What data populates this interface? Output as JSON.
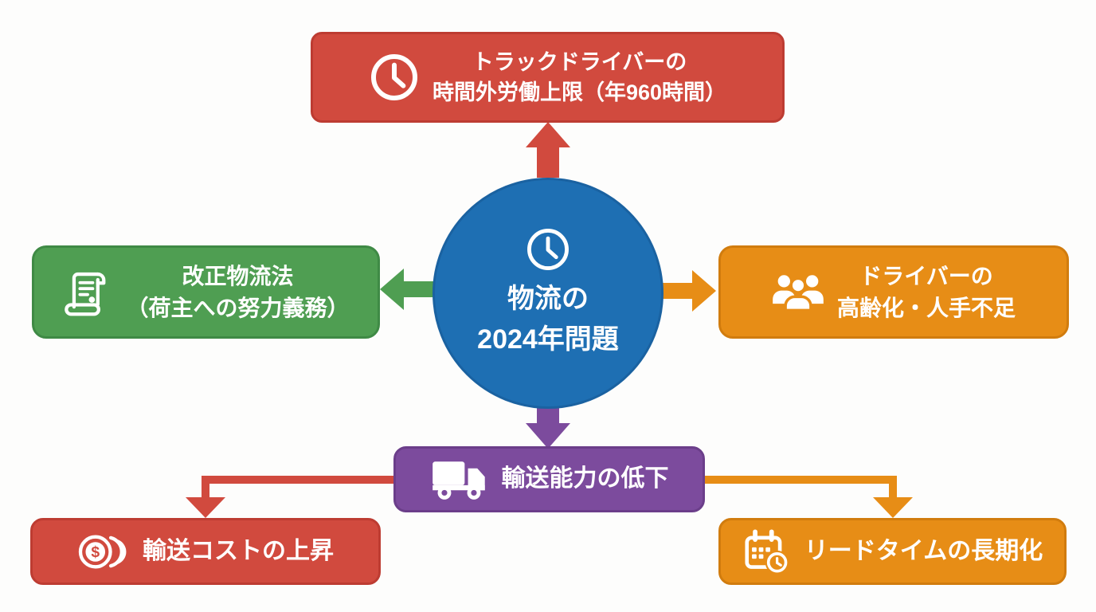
{
  "diagram": {
    "title": "物流の2024年問題"
  },
  "center": {
    "line1": "物流の",
    "line2": "2024年問題",
    "icon": "clock-icon",
    "color": "#1e6fb3"
  },
  "nodes": {
    "top": {
      "line1": "トラックドライバーの",
      "line2": "時間外労働上限（年960時間）",
      "icon": "clock-icon",
      "color": "#d14a3e"
    },
    "left": {
      "line1": "改正物流法",
      "line2": "（荷主への努力義務）",
      "icon": "scroll-icon",
      "color": "#4f9e52"
    },
    "right": {
      "line1": "ドライバーの",
      "line2": "高齢化・人手不足",
      "icon": "people-icon",
      "color": "#e78d16"
    },
    "bottom": {
      "label": "輸送能力の低下",
      "icon": "truck-icon",
      "color": "#7c4b9d"
    },
    "bottom_left": {
      "label": "輸送コストの上昇",
      "icon": "coins-icon",
      "color": "#d14a3e"
    },
    "bottom_right": {
      "label": "リードタイムの長期化",
      "icon": "calendar-clock-icon",
      "color": "#e78d16"
    }
  },
  "icons": {
    "dollar": "$"
  },
  "arrows": {
    "up": {
      "from": "center",
      "to": "top",
      "color": "#d14a3e"
    },
    "left": {
      "from": "center",
      "to": "left",
      "color": "#4f9e52"
    },
    "right": {
      "from": "center",
      "to": "right",
      "color": "#e78d16"
    },
    "down": {
      "from": "center",
      "to": "bottom",
      "color": "#7c4b9d"
    },
    "elbow_left": {
      "from": "bottom",
      "to": "bottom_left",
      "color": "#d14a3e"
    },
    "elbow_right": {
      "from": "bottom",
      "to": "bottom_right",
      "color": "#e78d16"
    }
  }
}
